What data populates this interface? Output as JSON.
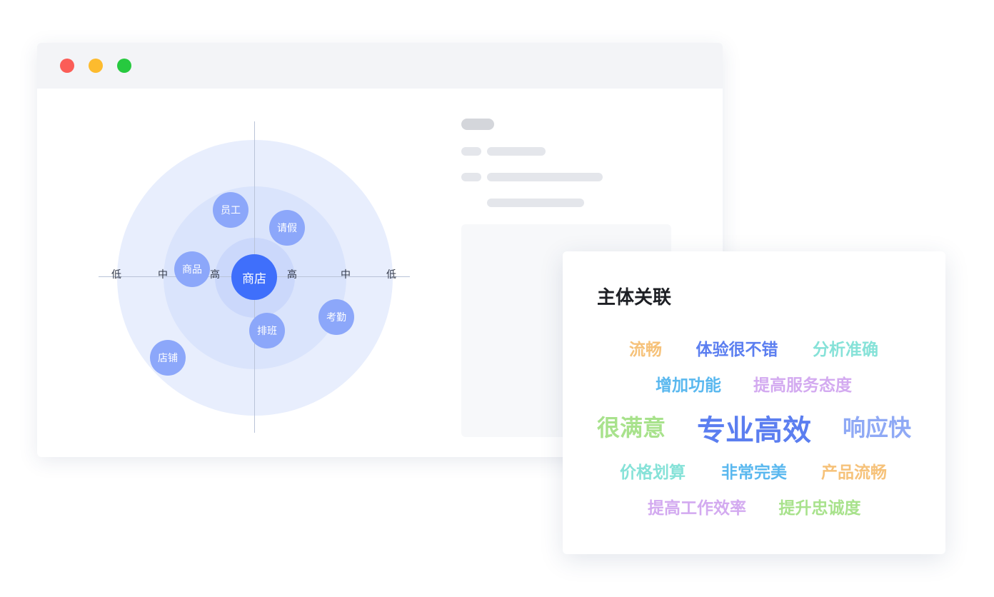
{
  "window": {
    "controls": [
      "close",
      "minimize",
      "maximize"
    ]
  },
  "chart_data": {
    "type": "radial-bubble",
    "axis_labels": {
      "left": [
        "低",
        "中",
        "高"
      ],
      "right": [
        "高",
        "中",
        "低"
      ]
    },
    "center": "商店",
    "nodes": [
      "员工",
      "请假",
      "商品",
      "考勤",
      "排班",
      "店铺"
    ]
  },
  "card": {
    "title": "主体关联",
    "words": [
      {
        "text": "流畅",
        "color": "#f6c27a"
      },
      {
        "text": "体验很不错",
        "color": "#5b7ef0"
      },
      {
        "text": "分析准确",
        "color": "#86e2d8"
      },
      {
        "text": "增加功能",
        "color": "#5ab8ef"
      },
      {
        "text": "提高服务态度",
        "color": "#d3aaf0"
      },
      {
        "text": "很满意",
        "color": "#a8e28c"
      },
      {
        "text": "专业高效",
        "color": "#5b7ef0"
      },
      {
        "text": "响应快",
        "color": "#8fa9f5"
      },
      {
        "text": "价格划算",
        "color": "#86e2d8"
      },
      {
        "text": "非常完美",
        "color": "#5ab8ef"
      },
      {
        "text": "产品流畅",
        "color": "#f6c27a"
      },
      {
        "text": "提高工作效率",
        "color": "#d3aaf0"
      },
      {
        "text": "提升忠诚度",
        "color": "#a8e28c"
      }
    ]
  }
}
